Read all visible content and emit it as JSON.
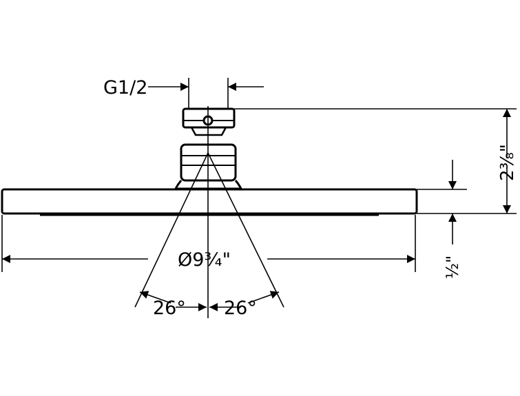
{
  "labels": {
    "thread_size": "G1/2",
    "diameter": "Ø9¾\"",
    "spray_angle_left": "26°",
    "spray_angle_right": "26°",
    "total_height": "2⅜\"",
    "head_thickness": "½\""
  },
  "colors": {
    "line": "#000000",
    "background": "#ffffff"
  }
}
